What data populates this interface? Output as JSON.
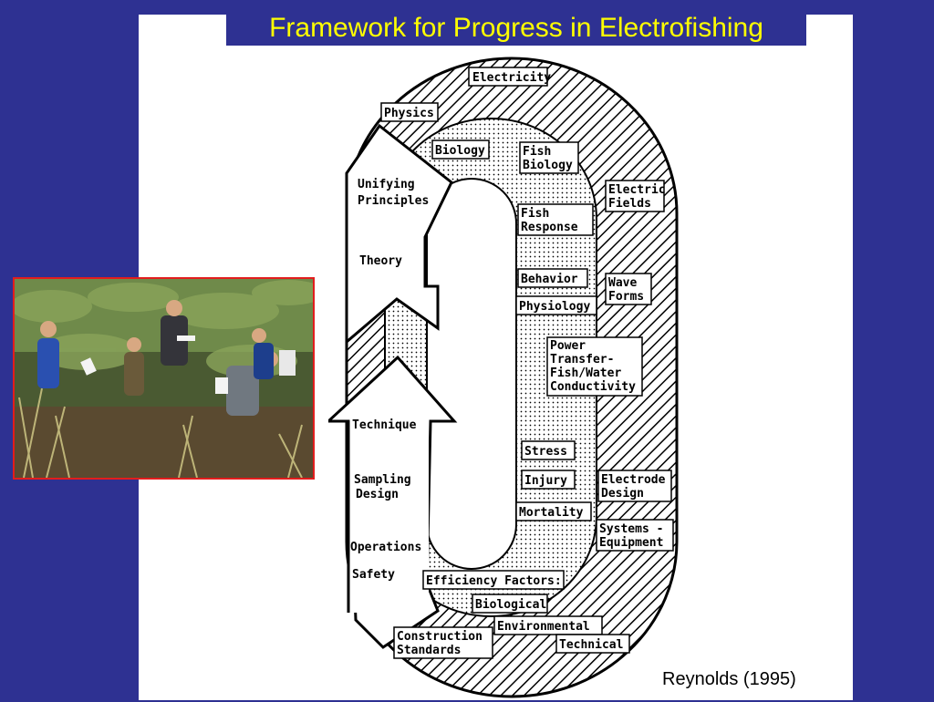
{
  "title": "Framework for Progress in Electrofishing",
  "citation": "Reynolds (1995)",
  "photo": {
    "icon": "field-crew-photo"
  },
  "diagram": {
    "outer_labels": {
      "electricity": "Electricity",
      "physics": "Physics",
      "electric_fields": [
        "Electric",
        "Fields"
      ],
      "wave_forms": [
        "Wave",
        "Forms"
      ],
      "power_transfer": [
        "Power",
        "Transfer-",
        "Fish/Water",
        "Conductivity"
      ],
      "electrode_design": [
        "Electrode",
        "Design"
      ],
      "systems_equipment": [
        "Systems -",
        "Equipment"
      ],
      "environmental": "Environmental",
      "technical": "Technical",
      "construction_standards": [
        "Construction",
        "Standards"
      ]
    },
    "middle_labels": {
      "biology": "Biology",
      "fish_biology": [
        "Fish",
        "Biology"
      ],
      "fish_response": [
        "Fish",
        "Response"
      ],
      "behavior": "Behavior",
      "physiology": "Physiology",
      "stress": "Stress",
      "injury": "Injury",
      "mortality": "Mortality",
      "efficiency_factors": "Efficiency Factors:",
      "biological": "Biological"
    },
    "arrow_labels": {
      "unifying_principles": [
        "Unifying",
        "Principles"
      ],
      "theory": "Theory",
      "technique": "Technique",
      "sampling_design": [
        "Sampling",
        "Design"
      ],
      "operations": "Operations",
      "safety": "Safety"
    }
  }
}
